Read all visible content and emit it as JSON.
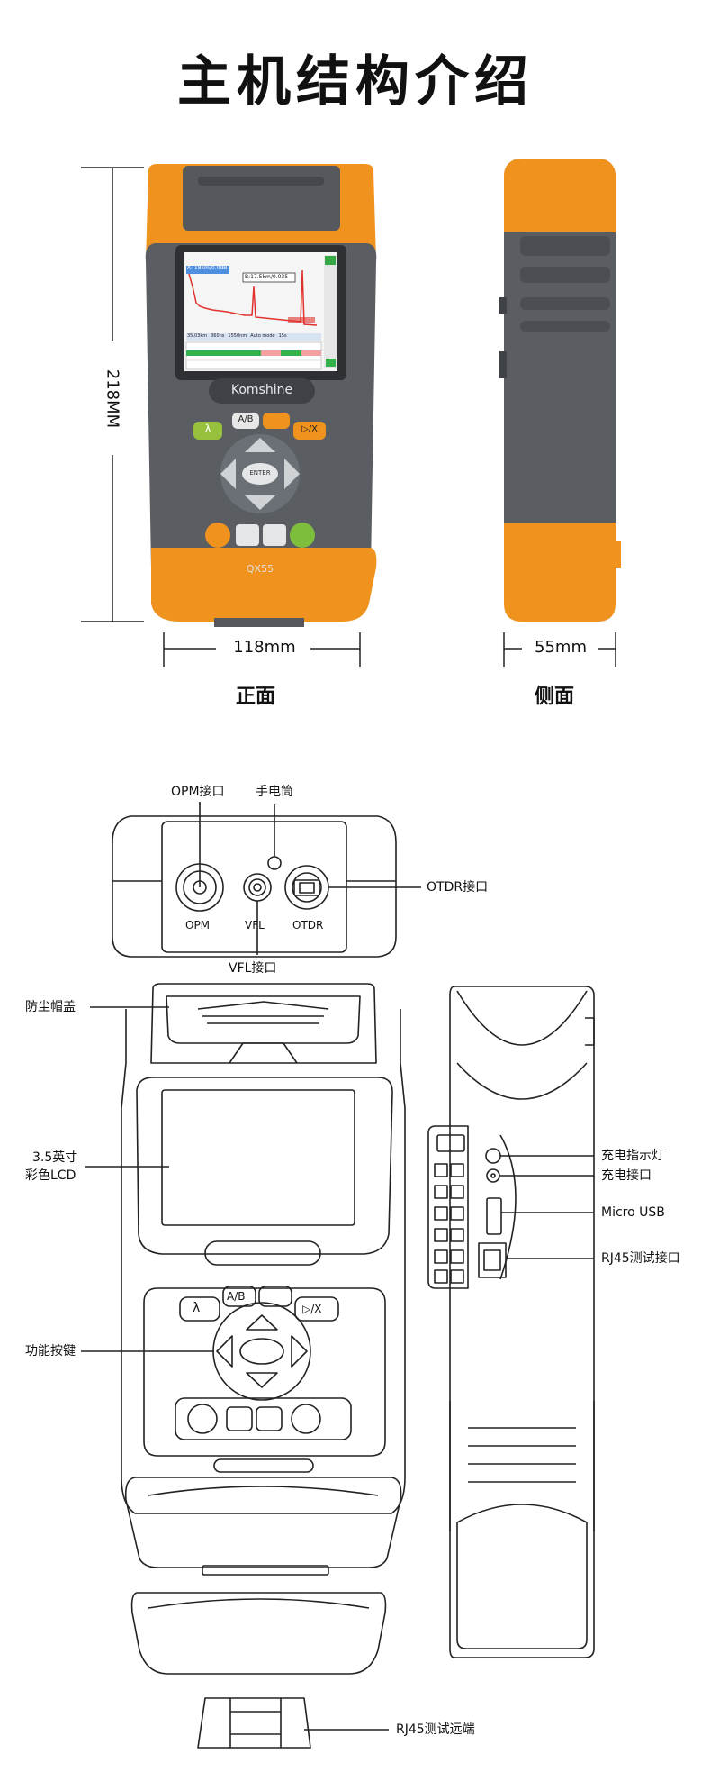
{
  "title": "主机结构介绍",
  "photos": {
    "height_dim": "218MM",
    "width_dim": "118mm",
    "depth_dim": "55mm",
    "front_caption": "正面",
    "side_caption": "侧面",
    "brand": "Komshine",
    "model": "QX55",
    "keys": {
      "lambda": "λ",
      "ab": "A/B",
      "run": "▷/X",
      "enter": "ENTER"
    },
    "screen": {
      "header": "A: 18km/0.0dB",
      "marker": "B:17.5km/0.035",
      "status_items": [
        "35.03km",
        "360ns",
        "1550nm",
        "Auto mode",
        "15s"
      ]
    }
  },
  "diagram": {
    "top_labels": {
      "opm_port": "OPM接口",
      "flashlight": "手电筒",
      "otdr_port": "OTDR接口",
      "vfl_port": "VFL接口"
    },
    "port_names": [
      "OPM",
      "VFL",
      "OTDR"
    ],
    "front_labels": {
      "dust_cap": "防尘帽盖",
      "lcd_line1": "3.5英寸",
      "lcd_line2": "彩色LCD",
      "function_keys": "功能按键"
    },
    "side_labels": {
      "charge_indicator": "充电指示灯",
      "charge_port": "充电接口",
      "micro_usb": "Micro USB",
      "rj45_port": "RJ45测试接口"
    },
    "bottom_label": "RJ45测试远端",
    "keys": {
      "lambda": "λ",
      "ab": "A/B",
      "run": "▷/X"
    }
  },
  "colors": {
    "orange": "#F0921E",
    "dark_gray": "#55595E",
    "screen_red": "#E0322C",
    "line": "#222222"
  }
}
